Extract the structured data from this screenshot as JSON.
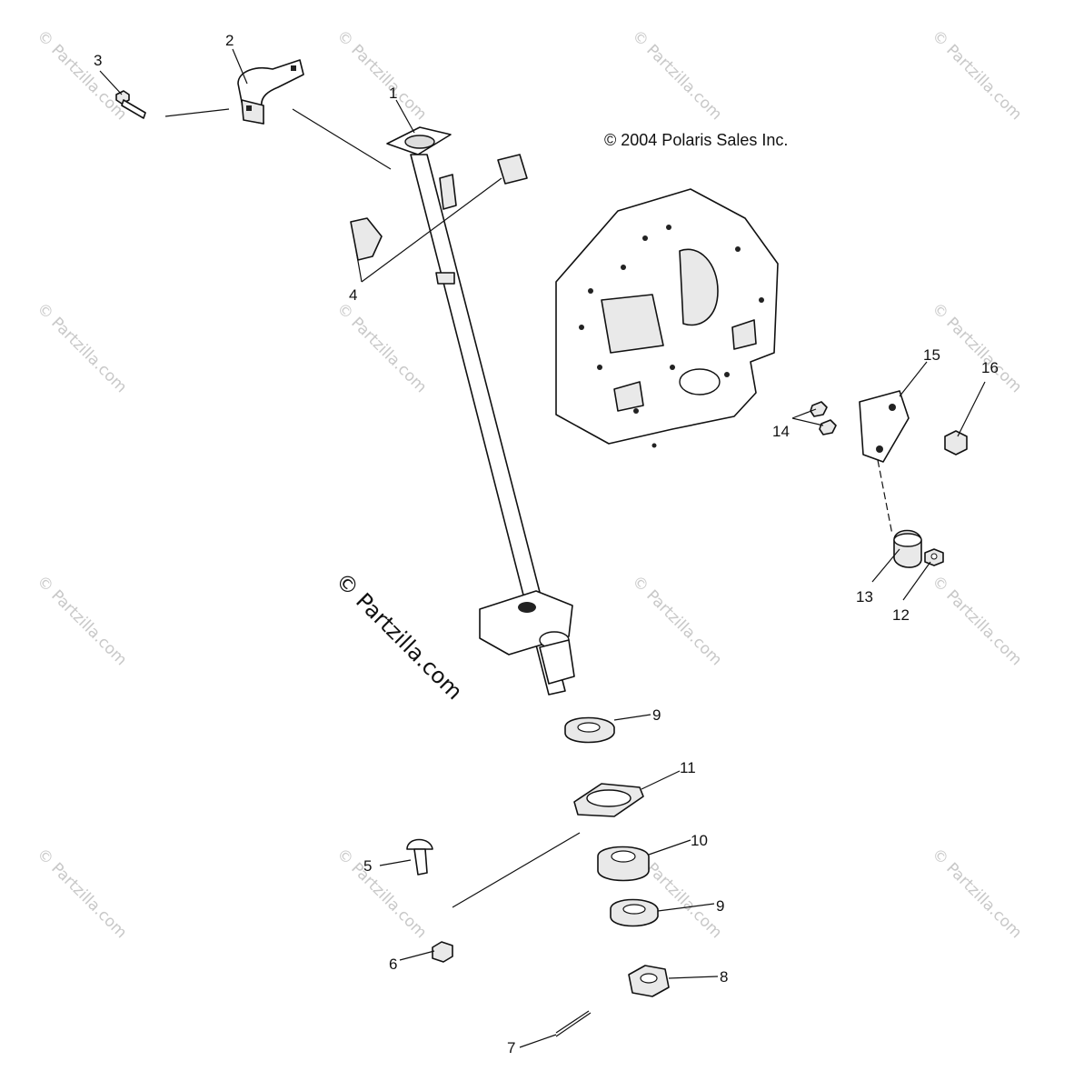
{
  "copyright": "© 2004 Polaris Sales Inc.",
  "watermark_large": "© Partzilla.com",
  "watermark_small": "© Partzilla.com",
  "callouts": {
    "c1": "1",
    "c2": "2",
    "c3": "3",
    "c4": "4",
    "c5": "5",
    "c6": "6",
    "c7": "7",
    "c8": "8",
    "c9a": "9",
    "c9b": "9",
    "c10": "10",
    "c11": "11",
    "c12": "12",
    "c13": "13",
    "c14": "14",
    "c15": "15",
    "c16": "16"
  }
}
